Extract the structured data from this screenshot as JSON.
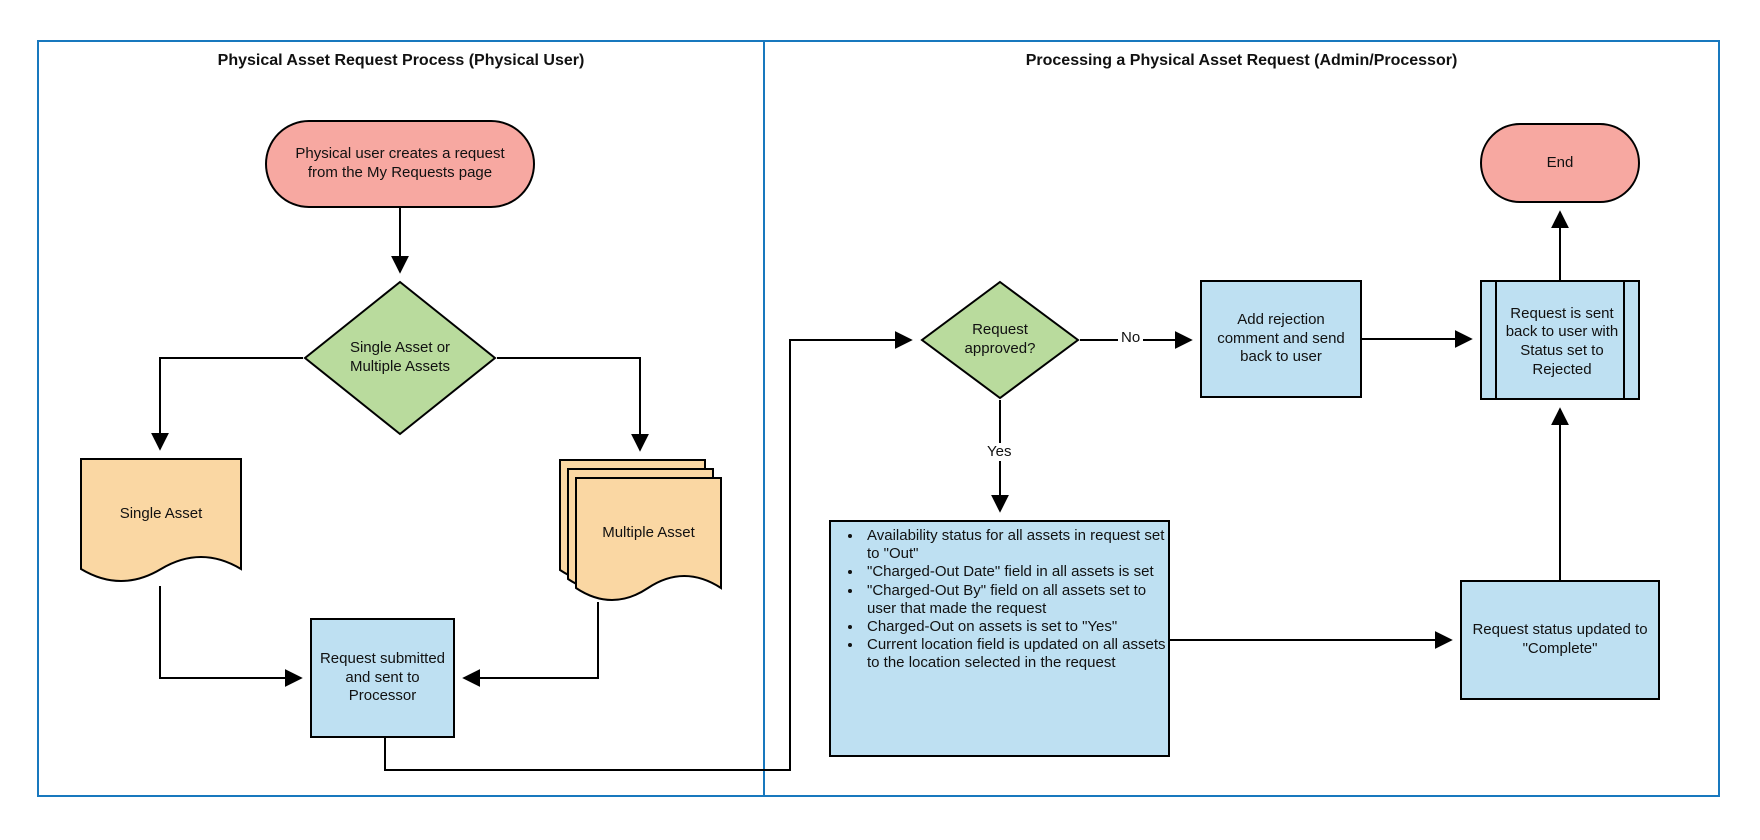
{
  "panels": {
    "left": {
      "title": "Physical Asset Request Process (Physical User)"
    },
    "right": {
      "title": "Processing a Physical Asset Request (Admin/Processor)"
    }
  },
  "nodes": {
    "start": {
      "label": "Physical user creates a request from the My Requests page",
      "shape": "terminator"
    },
    "decision_asset": {
      "label": "Single Asset or Multiple Assets",
      "shape": "decision"
    },
    "single_asset": {
      "label": "Single Asset",
      "shape": "document"
    },
    "multiple_asset": {
      "label": "Multiple Asset",
      "shape": "stacked-document"
    },
    "request_submitted": {
      "label": "Request submitted and sent to Processor",
      "shape": "process"
    },
    "decision_approved": {
      "label": "Request approved?",
      "shape": "decision"
    },
    "add_rejection": {
      "label": "Add rejection comment and send back to user",
      "shape": "process"
    },
    "sent_back_rejected": {
      "label": "Request is sent back to user with Status set to Rejected",
      "shape": "predefined-process"
    },
    "end": {
      "label": "End",
      "shape": "terminator"
    },
    "approved_actions": {
      "shape": "process",
      "bullets": [
        "Availability status for all assets in request set to \"Out\"",
        "\"Charged-Out Date\" field in all assets is set",
        "\"Charged-Out By\" field on all assets set to user that made the request",
        "Charged-Out on assets is set to \"Yes\"",
        "Current location field is updated on all assets to the location selected in the request"
      ]
    },
    "status_complete": {
      "label": "Request status updated to \"Complete\"",
      "shape": "process"
    }
  },
  "edge_labels": {
    "no": "No",
    "yes": "Yes"
  },
  "colors": {
    "terminator": "#F7A8A1",
    "decision": "#B9DB9D",
    "document": "#FAD7A3",
    "process": "#BEE0F2",
    "panel_border": "#1878BE",
    "line": "#000000"
  }
}
